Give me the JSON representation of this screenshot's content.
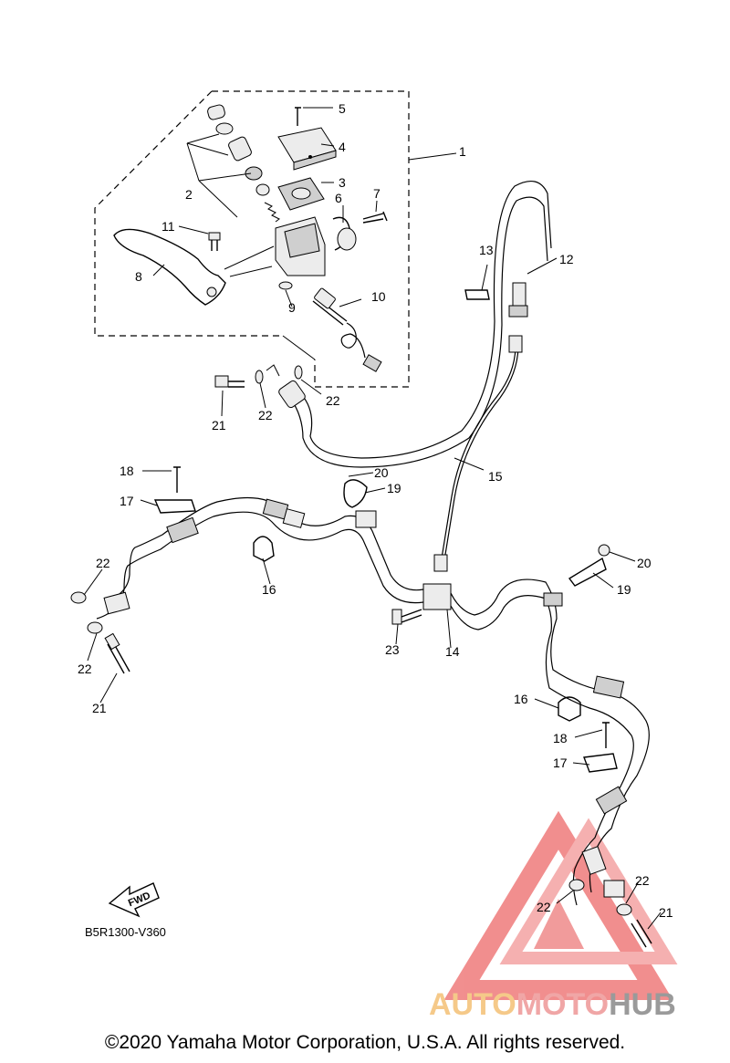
{
  "diagram": {
    "catalog_code": "B5R1300-V360",
    "fwd_label": "FWD",
    "copyright": "©2020 Yamaha Motor Corporation, U.S.A. All rights reserved.",
    "callouts": {
      "c1": "1",
      "c2": "2",
      "c3": "3",
      "c4": "4",
      "c5": "5",
      "c6": "6",
      "c7": "7",
      "c8": "8",
      "c9": "9",
      "c10": "10",
      "c11": "11",
      "c12": "12",
      "c13": "13",
      "c14": "14",
      "c15": "15",
      "c16a": "16",
      "c16b": "16",
      "c17a": "17",
      "c17b": "17",
      "c18a": "18",
      "c18b": "18",
      "c19a": "19",
      "c19b": "19",
      "c20a": "20",
      "c20b": "20",
      "c21a": "21",
      "c21b": "21",
      "c21c": "21",
      "c22a": "22",
      "c22b": "22",
      "c22c": "22",
      "c22d": "22",
      "c22e": "22",
      "c22f": "22",
      "c23": "23"
    }
  },
  "watermark": {
    "part1": "AUTO",
    "part2": "MOTO",
    "part3": "HUB",
    "colors": {
      "auto": "#f5c989",
      "moto": "#f0a6a6",
      "hub": "#9a9a9a",
      "triangle": "#ef7b7b"
    }
  }
}
